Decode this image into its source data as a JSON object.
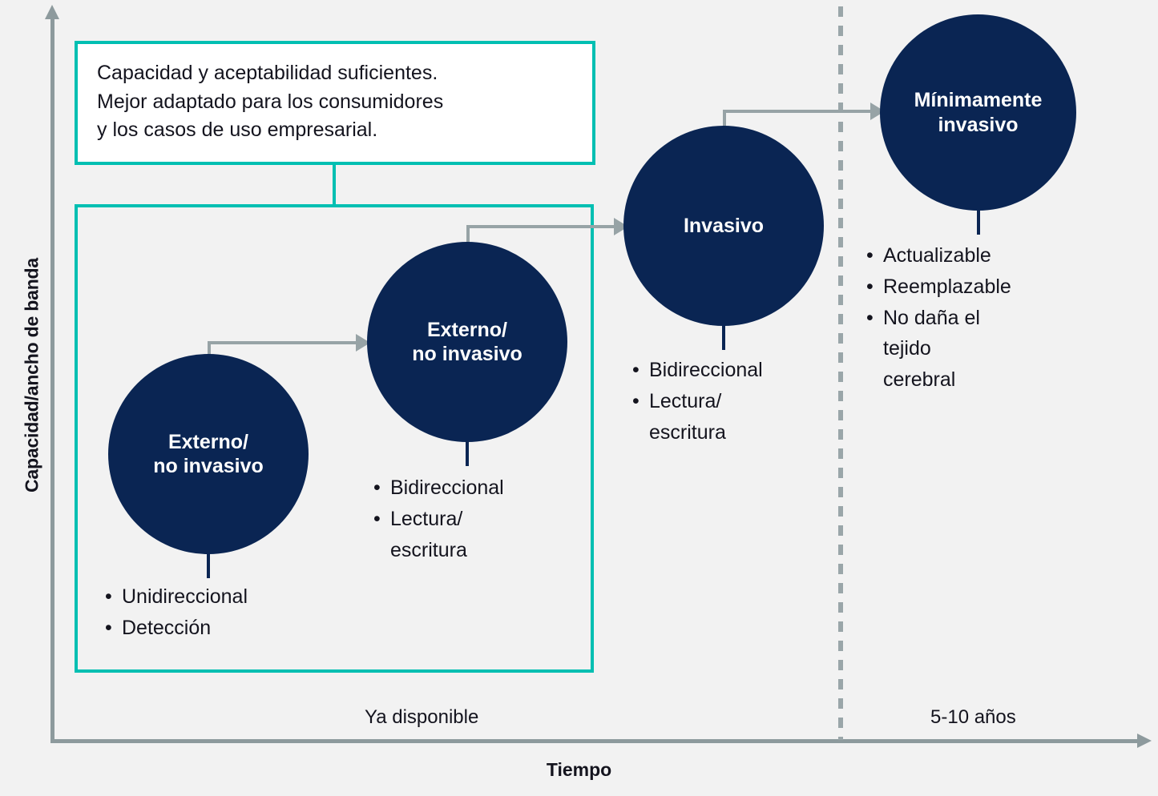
{
  "axes": {
    "y_label": "Capacidad/ancho de banda",
    "x_label": "Tiempo"
  },
  "eras": {
    "now_label": "Ya disponible",
    "future_label": "5-10 años"
  },
  "callout": {
    "text": "Capacidad y aceptabilidad suficientes.\nMejor adaptado para los consumidores\ny los casos de uso empresarial."
  },
  "nodes": [
    {
      "label": "Externo/\nno invasivo",
      "bullets": [
        "Unidireccional",
        "Detección"
      ]
    },
    {
      "label": "Externo/\nno invasivo",
      "bullets": [
        "Bidireccional",
        "Lectura/\nescritura"
      ]
    },
    {
      "label": "Invasivo",
      "bullets": [
        "Bidireccional",
        "Lectura/\nescritura"
      ]
    },
    {
      "label": "Mínimamente\ninvasivo",
      "bullets": [
        "Actualizable",
        "Reemplazable",
        "No daña el tejido\ncerebral"
      ]
    }
  ],
  "colors": {
    "background": "#f2f2f2",
    "node_fill": "#0a2553",
    "accent_teal": "#00bfb2",
    "axis_gray": "#8d9a9d",
    "connector_gray": "#97a3a6",
    "text": "#14141e"
  }
}
